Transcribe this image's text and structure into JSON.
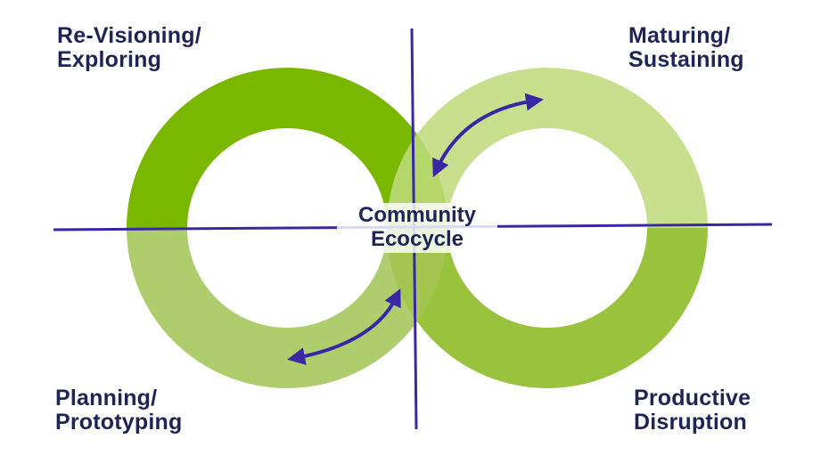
{
  "labels": {
    "top_left": "Re-Visioning/\nExploring",
    "top_right": "Maturing/\nSustaining",
    "bottom_left": "Planning/\nPrototyping",
    "bottom_right": "Productive\nDisruption"
  },
  "center": {
    "line1": "Community",
    "line2": "Ecocycle"
  },
  "colors": {
    "dark_green": "#7ab800",
    "mid_green": "#99c23d",
    "soft_green": "#aecd6c",
    "light_green": "#c8e08e",
    "axis_purple": "#3a27a6",
    "text_navy": "#1d2557"
  }
}
